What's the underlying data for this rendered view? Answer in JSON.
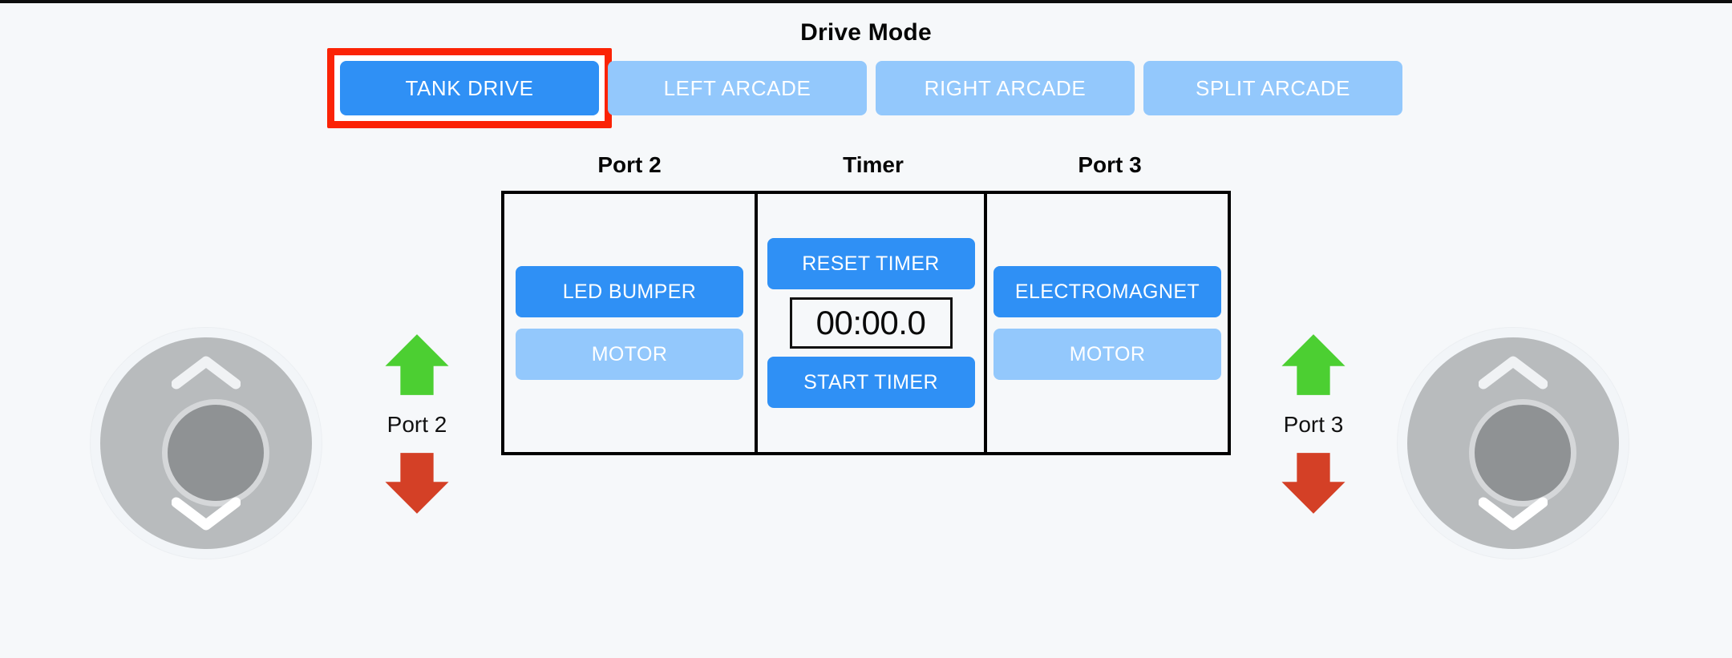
{
  "theme": {
    "background": "#f6f8fa",
    "primary_blue": "#2f90f5",
    "light_blue": "#93c8fc",
    "highlight_red": "#fb2306",
    "arrow_green": "#4ccf32",
    "arrow_red": "#d44026",
    "panel_border": "#000000",
    "joystick_gray": "#b8bbbd",
    "joystick_knob": "#8f9294"
  },
  "drive_mode": {
    "title": "Drive Mode",
    "selected": "TANK DRIVE",
    "buttons": [
      {
        "label": "TANK DRIVE",
        "state": "active"
      },
      {
        "label": "LEFT ARCADE",
        "state": "inactive"
      },
      {
        "label": "RIGHT ARCADE",
        "state": "inactive"
      },
      {
        "label": "SPLIT ARCADE",
        "state": "inactive"
      }
    ]
  },
  "panels": {
    "port2": {
      "title": "Port 2",
      "buttons": [
        {
          "label": "LED BUMPER",
          "state": "active"
        },
        {
          "label": "MOTOR",
          "state": "inactive"
        }
      ]
    },
    "timer": {
      "title": "Timer",
      "reset_label": "RESET TIMER",
      "start_label": "START TIMER",
      "value": "00:00.0"
    },
    "port3": {
      "title": "Port 3",
      "buttons": [
        {
          "label": "ELECTROMAGNET",
          "state": "active"
        },
        {
          "label": "MOTOR",
          "state": "inactive"
        }
      ]
    }
  },
  "controls": {
    "left_joystick": {
      "name": "left-joystick",
      "up_icon": "chevron-up-icon",
      "down_icon": "chevron-down-icon"
    },
    "right_joystick": {
      "name": "right-joystick",
      "up_icon": "chevron-up-icon",
      "down_icon": "chevron-down-icon"
    },
    "port2_arrows": {
      "label": "Port 2",
      "up_icon": "arrow-up-icon",
      "down_icon": "arrow-down-icon"
    },
    "port3_arrows": {
      "label": "Port 3",
      "up_icon": "arrow-up-icon",
      "down_icon": "arrow-down-icon"
    }
  }
}
